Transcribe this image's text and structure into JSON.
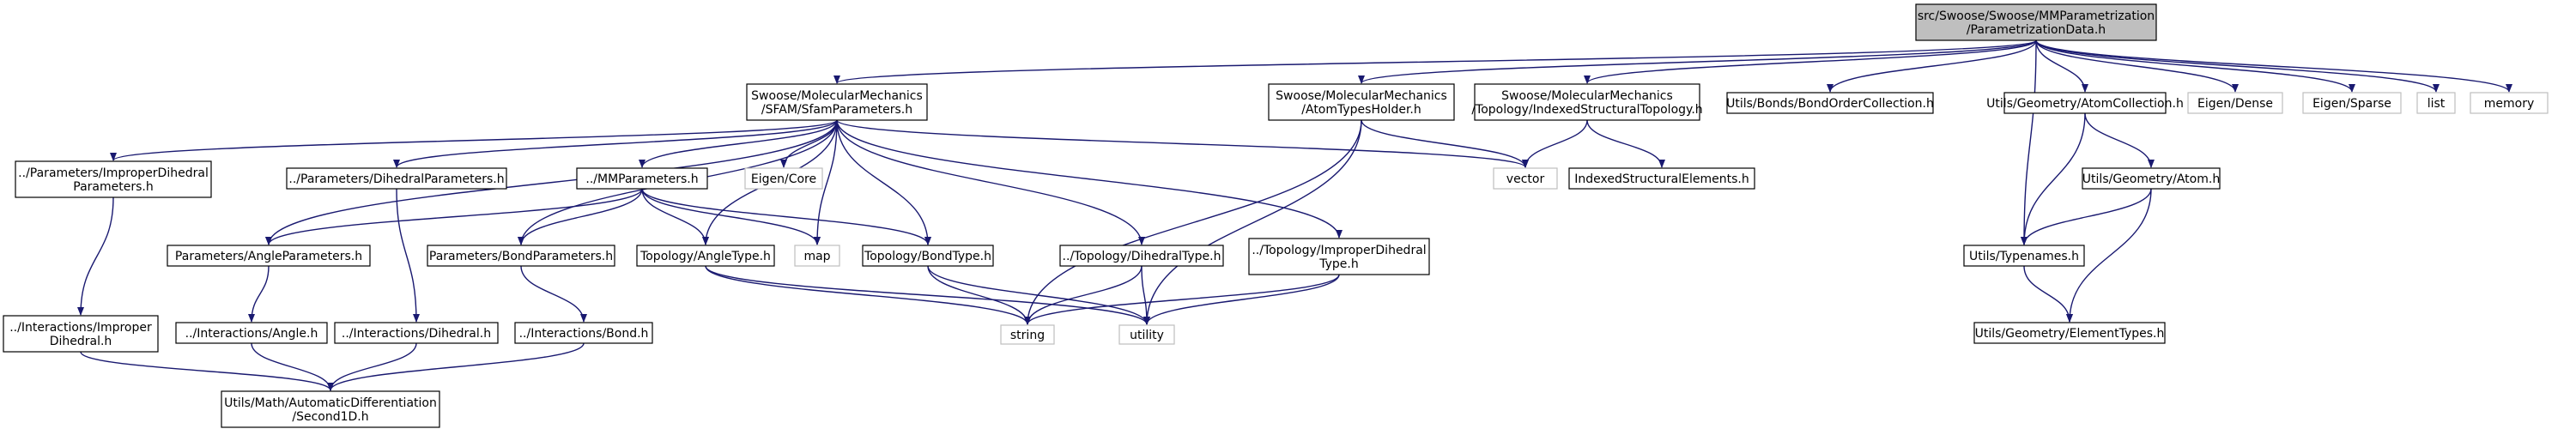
{
  "colors": {
    "edge": "#191970",
    "node_border": "#000000",
    "external_border": "#bfbfbf",
    "root_fill": "#bfbfbf",
    "node_fill": "#ffffff"
  },
  "nodes": [
    {
      "id": "root",
      "lines": [
        "src/Swoose/Swoose/MMParametrization",
        "/ParametrizationData.h"
      ],
      "kind": "root"
    },
    {
      "id": "sfam",
      "lines": [
        "Swoose/MolecularMechanics",
        "/SFAM/SfamParameters.h"
      ],
      "kind": "file"
    },
    {
      "id": "atomtypes",
      "lines": [
        "Swoose/MolecularMechanics",
        "/AtomTypesHolder.h"
      ],
      "kind": "file"
    },
    {
      "id": "topology",
      "lines": [
        "Swoose/MolecularMechanics",
        "/Topology/IndexedStructuralTopology.h"
      ],
      "kind": "file"
    },
    {
      "id": "bondorder",
      "lines": [
        "Utils/Bonds/BondOrderCollection.h"
      ],
      "kind": "file"
    },
    {
      "id": "atomcoll",
      "lines": [
        "Utils/Geometry/AtomCollection.h"
      ],
      "kind": "file"
    },
    {
      "id": "eigendense",
      "lines": [
        "Eigen/Dense"
      ],
      "kind": "external"
    },
    {
      "id": "eigensparse",
      "lines": [
        "Eigen/Sparse"
      ],
      "kind": "external"
    },
    {
      "id": "list",
      "lines": [
        "list"
      ],
      "kind": "external"
    },
    {
      "id": "memory",
      "lines": [
        "memory"
      ],
      "kind": "external"
    },
    {
      "id": "improperparams",
      "lines": [
        "../Parameters/ImproperDihedral",
        "Parameters.h"
      ],
      "kind": "file"
    },
    {
      "id": "dihedralparams",
      "lines": [
        "../Parameters/DihedralParameters.h"
      ],
      "kind": "file"
    },
    {
      "id": "mmparams",
      "lines": [
        "../MMParameters.h"
      ],
      "kind": "file"
    },
    {
      "id": "eigencore",
      "lines": [
        "Eigen/Core"
      ],
      "kind": "external"
    },
    {
      "id": "vector",
      "lines": [
        "vector"
      ],
      "kind": "external"
    },
    {
      "id": "indexedelements",
      "lines": [
        "IndexedStructuralElements.h"
      ],
      "kind": "file"
    },
    {
      "id": "atom",
      "lines": [
        "Utils/Geometry/Atom.h"
      ],
      "kind": "file"
    },
    {
      "id": "angleparams",
      "lines": [
        "Parameters/AngleParameters.h"
      ],
      "kind": "file"
    },
    {
      "id": "bondparams",
      "lines": [
        "Parameters/BondParameters.h"
      ],
      "kind": "file"
    },
    {
      "id": "angletype",
      "lines": [
        "Topology/AngleType.h"
      ],
      "kind": "file"
    },
    {
      "id": "map",
      "lines": [
        "map"
      ],
      "kind": "external"
    },
    {
      "id": "bondtype",
      "lines": [
        "Topology/BondType.h"
      ],
      "kind": "file"
    },
    {
      "id": "dihedraltype",
      "lines": [
        "../Topology/DihedralType.h"
      ],
      "kind": "file"
    },
    {
      "id": "impropertype",
      "lines": [
        "../Topology/ImproperDihedral",
        "Type.h"
      ],
      "kind": "file"
    },
    {
      "id": "typenames",
      "lines": [
        "Utils/Typenames.h"
      ],
      "kind": "file"
    },
    {
      "id": "interimproper",
      "lines": [
        "../Interactions/Improper",
        "Dihedral.h"
      ],
      "kind": "file"
    },
    {
      "id": "interangle",
      "lines": [
        "../Interactions/Angle.h"
      ],
      "kind": "file"
    },
    {
      "id": "interdihedral",
      "lines": [
        "../Interactions/Dihedral.h"
      ],
      "kind": "file"
    },
    {
      "id": "interbond",
      "lines": [
        "../Interactions/Bond.h"
      ],
      "kind": "file"
    },
    {
      "id": "string",
      "lines": [
        "string"
      ],
      "kind": "external"
    },
    {
      "id": "utility",
      "lines": [
        "utility"
      ],
      "kind": "external"
    },
    {
      "id": "elementtypes",
      "lines": [
        "Utils/Geometry/ElementTypes.h"
      ],
      "kind": "file"
    },
    {
      "id": "autodiff",
      "lines": [
        "Utils/Math/AutomaticDifferentiation",
        "/Second1D.h"
      ],
      "kind": "file"
    }
  ],
  "edges": [
    [
      "root",
      "sfam"
    ],
    [
      "root",
      "atomtypes"
    ],
    [
      "root",
      "topology"
    ],
    [
      "root",
      "bondorder"
    ],
    [
      "root",
      "atomcoll"
    ],
    [
      "root",
      "eigendense"
    ],
    [
      "root",
      "eigensparse"
    ],
    [
      "root",
      "list"
    ],
    [
      "root",
      "memory"
    ],
    [
      "root",
      "typenames"
    ],
    [
      "sfam",
      "improperparams"
    ],
    [
      "sfam",
      "dihedralparams"
    ],
    [
      "sfam",
      "mmparams"
    ],
    [
      "sfam",
      "eigencore"
    ],
    [
      "sfam",
      "vector"
    ],
    [
      "sfam",
      "angleparams"
    ],
    [
      "sfam",
      "bondparams"
    ],
    [
      "sfam",
      "angletype"
    ],
    [
      "sfam",
      "map"
    ],
    [
      "sfam",
      "bondtype"
    ],
    [
      "sfam",
      "dihedraltype"
    ],
    [
      "sfam",
      "impropertype"
    ],
    [
      "atomtypes",
      "vector"
    ],
    [
      "atomtypes",
      "string"
    ],
    [
      "atomtypes",
      "utility"
    ],
    [
      "topology",
      "vector"
    ],
    [
      "topology",
      "indexedelements"
    ],
    [
      "atomcoll",
      "atom"
    ],
    [
      "atomcoll",
      "typenames"
    ],
    [
      "atom",
      "typenames"
    ],
    [
      "atom",
      "elementtypes"
    ],
    [
      "typenames",
      "elementtypes"
    ],
    [
      "improperparams",
      "interimproper"
    ],
    [
      "dihedralparams",
      "interdihedral"
    ],
    [
      "mmparams",
      "angleparams"
    ],
    [
      "mmparams",
      "bondparams"
    ],
    [
      "mmparams",
      "angletype"
    ],
    [
      "mmparams",
      "map"
    ],
    [
      "mmparams",
      "bondtype"
    ],
    [
      "angleparams",
      "interangle"
    ],
    [
      "bondparams",
      "interbond"
    ],
    [
      "angletype",
      "string"
    ],
    [
      "angletype",
      "utility"
    ],
    [
      "bondtype",
      "string"
    ],
    [
      "bondtype",
      "utility"
    ],
    [
      "dihedraltype",
      "string"
    ],
    [
      "dihedraltype",
      "utility"
    ],
    [
      "impropertype",
      "string"
    ],
    [
      "impropertype",
      "utility"
    ],
    [
      "interimproper",
      "autodiff"
    ],
    [
      "interangle",
      "autodiff"
    ],
    [
      "interdihedral",
      "autodiff"
    ],
    [
      "interbond",
      "autodiff"
    ]
  ]
}
